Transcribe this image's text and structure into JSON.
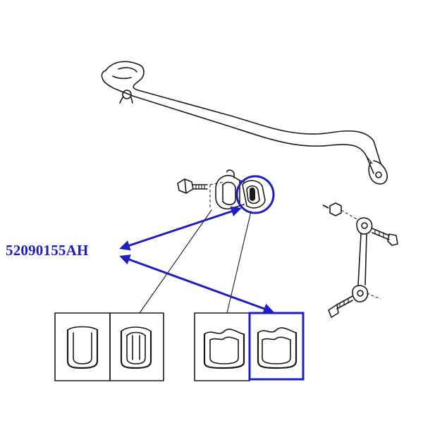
{
  "diagram": {
    "part_number": "52090155AH",
    "colors": {
      "highlight": "#1d1dc4",
      "line": "#1a1a1a",
      "background": "#ffffff"
    },
    "components": [
      {
        "name": "stabilizer-bar",
        "icon": "sway-bar-drawing"
      },
      {
        "name": "bushing-clamp-bolt",
        "icon": "bolt-drawing"
      },
      {
        "name": "bushing-clamp",
        "icon": "clamp-drawing"
      },
      {
        "name": "bushing",
        "icon": "bushing-drawing",
        "highlighted": true
      },
      {
        "name": "stabilizer-link",
        "icon": "link-drawing"
      },
      {
        "name": "bushing-detail-1",
        "icon": "bushing-detail-drawing"
      },
      {
        "name": "bushing-detail-2",
        "icon": "bushing-detail-drawing"
      },
      {
        "name": "bushing-detail-3",
        "icon": "bushing-detail-drawing"
      },
      {
        "name": "bushing-detail-4",
        "icon": "bushing-detail-drawing",
        "highlighted": true
      }
    ]
  }
}
